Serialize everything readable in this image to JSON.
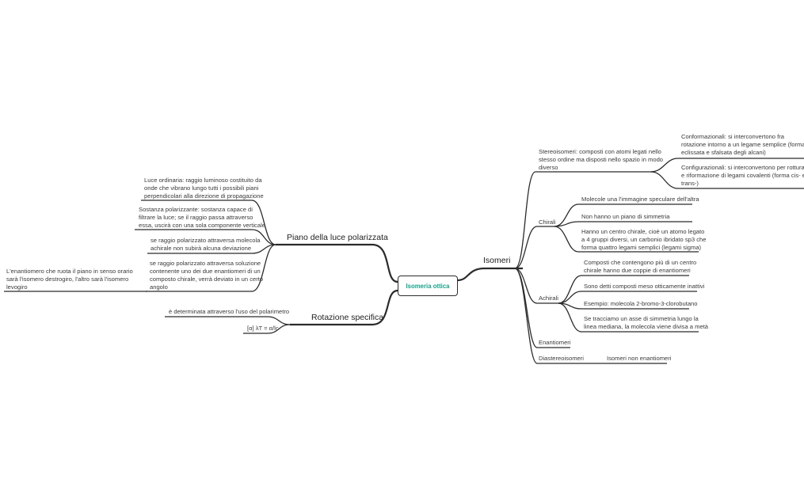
{
  "root": "Isomeria ottica",
  "isomeri": {
    "label": "Isomeri",
    "stereoisomeri": {
      "label": "Stereoisomeri: composti con atomi legati nello stesso ordine ma disposti nello spazio in modo diverso",
      "lines": [
        "Stereoisomeri: composti con atomi legati nello",
        "stesso ordine ma disposti nello spazio in modo",
        "diverso"
      ],
      "children": [
        [
          "Conformazionali: si interconvertono fra",
          "rotazione intorno a un legame semplice (forma",
          "eclissata e sfalsata degli alcani)"
        ],
        [
          "Configurazionali: si interconvertono per rottura",
          "e riformazione di legami covalenti (forma cis- e",
          "trans-)"
        ]
      ]
    },
    "chirali": {
      "label": "Chirali",
      "children": [
        [
          "Molecole una l'immagine speculare dell'altra"
        ],
        [
          "Non hanno un piano di simmetria"
        ],
        [
          "Hanno un centro chirale, cioè un atomo legato",
          "a 4 gruppi diversi,  un carbonio ibridato sp3 che",
          "forma quattro legami semplici (legami sigma)"
        ]
      ]
    },
    "achirali": {
      "label": "Achirali",
      "children": [
        [
          "Composti che contengono più di un centro",
          "chirale hanno due coppie di enantiomeri"
        ],
        [
          "Sono detti composti meso otticamente inattivi"
        ],
        [
          "Esempio: molecola 2-bromo-3-clorobutano"
        ],
        [
          "Se tracciamo un asse di simmetria lungo la",
          "linea mediana, la molecola viene divisa a metà"
        ]
      ]
    },
    "enantiomeri": "Enantiomeri",
    "diastereoisomeri": {
      "label": "Diastereoisomeri",
      "child": "Isomeri non enantiomeri"
    }
  },
  "piano": {
    "label": "Piano della luce polarizzata",
    "children": [
      [
        "Luce ordinaria: raggio luminoso costituito da",
        "onde che vibrano lungo tutti i possibili piani",
        "perpendicolari alla direzione di propagazione"
      ],
      [
        "Sostanza polarizzante: sostanza capace di",
        "filtrare la luce; se il raggio passa attraverso",
        "essa, uscirà con una sola componente verticale"
      ],
      [
        " se raggio polarizzato attraversa molecola",
        "achirale non subirà alcuna deviazione"
      ],
      [
        "se raggio polarizzato attraversa soluzione",
        "contenente uno dei due enantiomeri di un",
        "composto chirale, verrà deviato in un certo",
        "angolo"
      ]
    ],
    "sub": [
      "L'enantiomero che ruota il piano in senso orario",
      "sarà l'isomero destrogiro, l'altro sarà l'isomero",
      "levogiro"
    ]
  },
  "rotazione": {
    "label": "Rotazione specifica",
    "children": [
      [
        "è determinata attraverso l'uso del polarimetro"
      ],
      [
        "[α] λT = α/lc"
      ]
    ]
  }
}
